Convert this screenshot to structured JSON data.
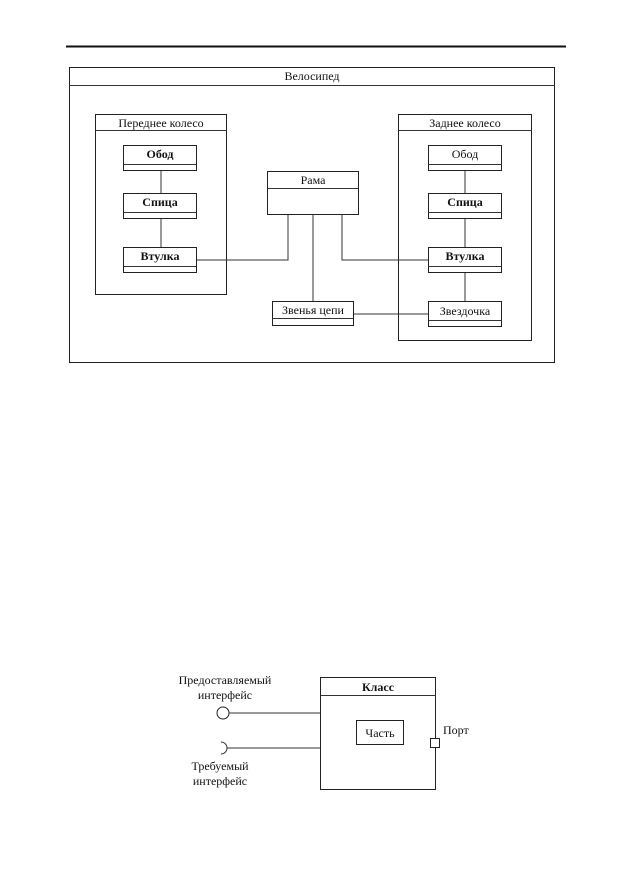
{
  "diagram1": {
    "title": "Велосипед",
    "front_wheel": {
      "title": "Переднее колесо",
      "rim": "Обод",
      "spoke": "Спица",
      "hub": "Втулка"
    },
    "rear_wheel": {
      "title": "Заднее колесо",
      "rim": "Обод",
      "spoke": "Спица",
      "hub": "Втулка",
      "sprocket": "Звездочка"
    },
    "frame": "Рама",
    "chain_links": "Звенья цепи"
  },
  "diagram2": {
    "class_label": "Класс",
    "part_label": "Часть",
    "port_label": "Порт",
    "provided_interface": [
      "Предоставляемый",
      "интерфейс"
    ],
    "required_interface": [
      "Требуемый",
      "интерфейс"
    ]
  }
}
